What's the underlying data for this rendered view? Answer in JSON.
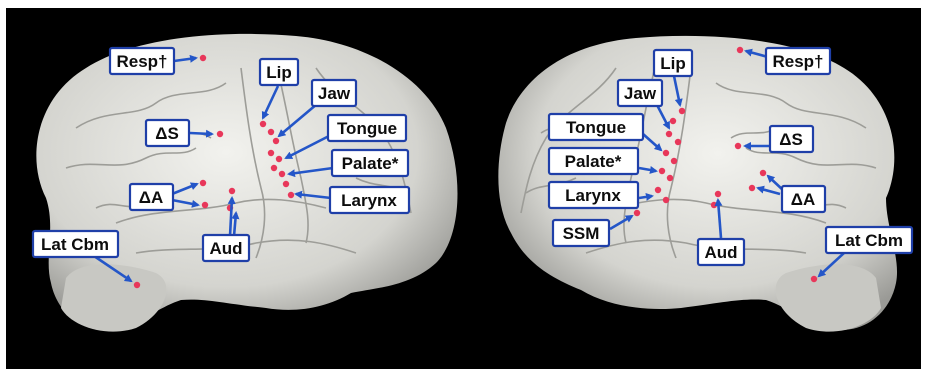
{
  "left_hemisphere": {
    "labels": {
      "resp": "Resp†",
      "lip": "Lip",
      "jaw": "Jaw",
      "tongue": "Tongue",
      "palate": "Palate*",
      "larynx": "Larynx",
      "delta_s": "ΔS",
      "delta_a": "ΔA",
      "aud": "Aud",
      "lat_cbm": "Lat Cbm"
    }
  },
  "right_hemisphere": {
    "labels": {
      "resp": "Resp†",
      "lip": "Lip",
      "jaw": "Jaw",
      "tongue": "Tongue",
      "palate": "Palate*",
      "larynx": "Larynx",
      "ssm": "SSM",
      "delta_s": "ΔS",
      "delta_a": "ΔA",
      "aud": "Aud",
      "lat_cbm": "Lat Cbm"
    }
  },
  "colors": {
    "background": "#000000",
    "label_border": "#1f3fa8",
    "arrow": "#2456c8",
    "activation_dot": "#e8375a",
    "brain": "#d9d9d4"
  }
}
